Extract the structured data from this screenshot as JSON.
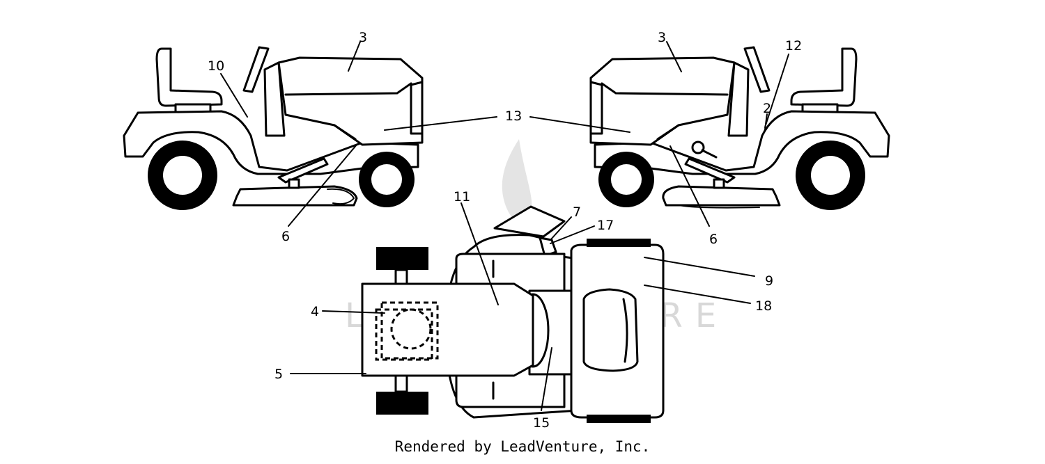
{
  "diagram": {
    "callouts": {
      "c3a": "3",
      "c10": "10",
      "c13": "13",
      "c6a": "6",
      "c3b": "3",
      "c12": "12",
      "c2": "2",
      "c6b": "6",
      "c11": "11",
      "c7": "7",
      "c17": "17",
      "c9": "9",
      "c18": "18",
      "c4": "4",
      "c5": "5",
      "c15": "15"
    },
    "watermark": "LEADVENTURE",
    "credit": "Rendered by LeadVenture, Inc."
  }
}
